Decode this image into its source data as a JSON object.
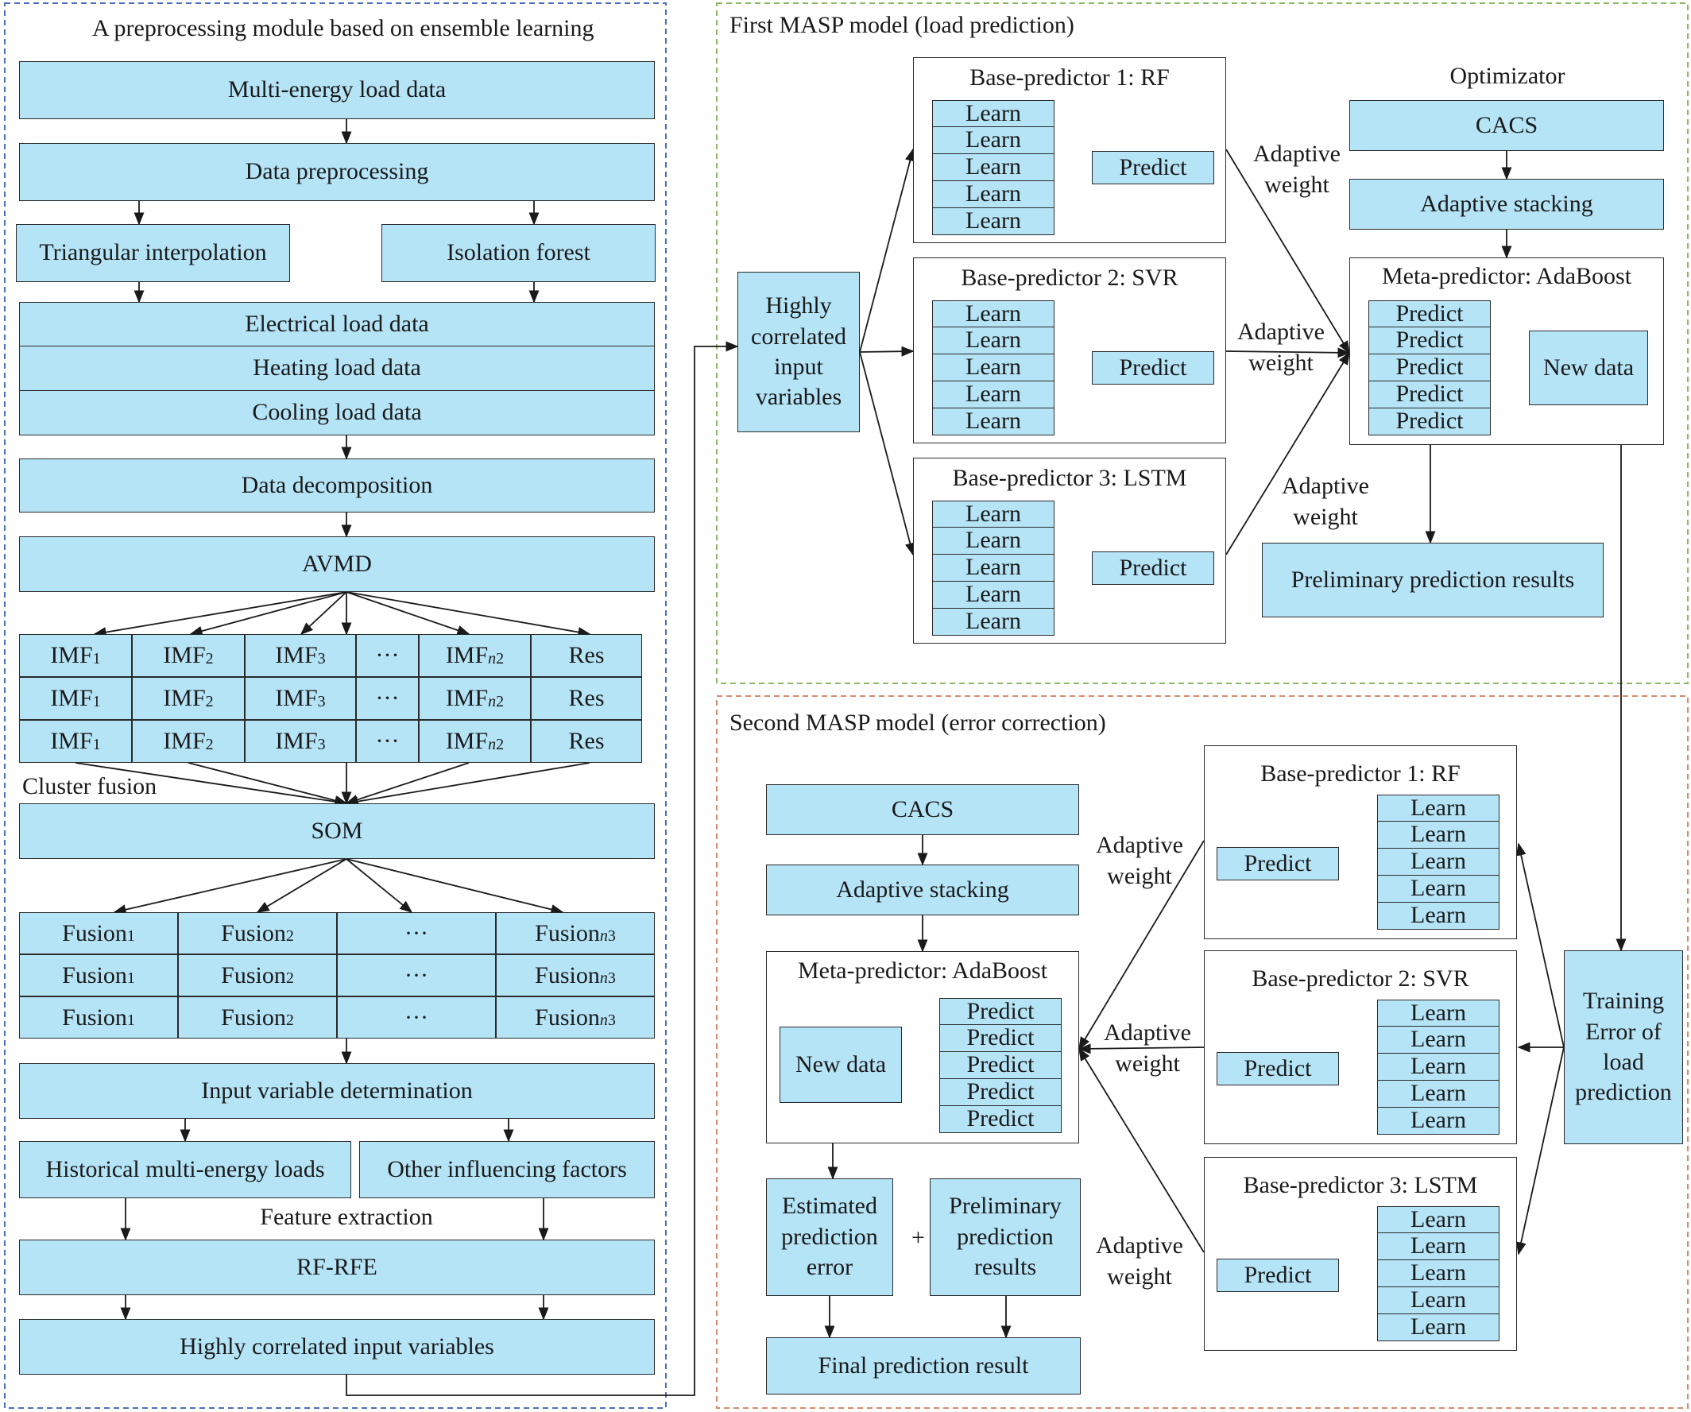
{
  "left_panel": {
    "title": "A preprocessing module based on ensemble learning",
    "multi_energy": "Multi-energy load data",
    "data_preprocessing": "Data preprocessing",
    "triangular": "Triangular interpolation",
    "isolation": "Isolation forest",
    "electrical": "Electrical load data",
    "heating": "Heating load data",
    "cooling": "Cooling load data",
    "decomposition": "Data decomposition",
    "avmd": "AVMD",
    "imf_table": {
      "columns": [
        "IMF|1",
        "IMF|2",
        "IMF|3",
        "···",
        "IMF|n2",
        "Res"
      ],
      "row_count": 3
    },
    "cluster_fusion": "Cluster fusion",
    "som": "SOM",
    "fusion_table": {
      "columns": [
        "Fusion|1",
        "Fusion|2",
        "···",
        "Fusion|n3"
      ],
      "row_count": 3
    },
    "input_var_det": "Input variable determination",
    "historical": "Historical multi-energy loads",
    "other_factors": "Other influencing factors",
    "feature_extraction": "Feature extraction",
    "rfrfe": "RF-RFE",
    "highly_correlated": "Highly correlated input variables"
  },
  "first_panel": {
    "title": "First MASP model (load prediction)",
    "highly_correlated": "Highly correlated input variables",
    "base1": "Base-predictor 1: RF",
    "base2": "Base-predictor 2: SVR",
    "base3": "Base-predictor 3: LSTM",
    "learn": "Learn",
    "predict": "Predict",
    "adaptive_weight": "Adaptive weight",
    "optimizator": "Optimizator",
    "cacs": "CACS",
    "adaptive_stacking": "Adaptive stacking",
    "meta": "Meta-predictor: AdaBoost",
    "new_data": "New data",
    "preliminary": "Preliminary prediction results"
  },
  "second_panel": {
    "title": "Second MASP model (error correction)",
    "cacs": "CACS",
    "adaptive_stacking": "Adaptive stacking",
    "meta": "Meta-predictor: AdaBoost",
    "new_data": "New data",
    "predict": "Predict",
    "learn": "Learn",
    "base1": "Base-predictor 1: RF",
    "base2": "Base-predictor 2: SVR",
    "base3": "Base-predictor 3: LSTM",
    "adaptive_weight": "Adaptive weight",
    "training_error": "Training Error of load prediction",
    "estimated_error": "Estimated prediction error",
    "plus": "+",
    "preliminary": "Preliminary prediction results",
    "final": "Final prediction result"
  },
  "colors": {
    "box_fill": "#b5e4f7",
    "left_frame": "#4a6fc0",
    "top_frame": "#8fb864",
    "bottom_frame": "#d98a6a"
  }
}
